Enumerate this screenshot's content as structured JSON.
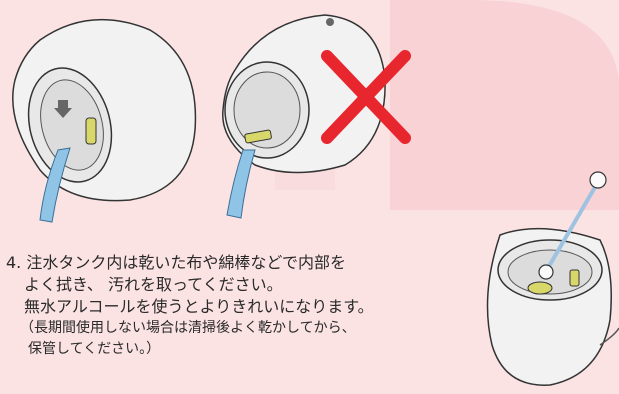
{
  "page": {
    "background_color": "#fbe3e4",
    "watermark_color": "#f8d3d6"
  },
  "illustrations": [
    {
      "name": "correct-cleaning",
      "icons": [
        "humidifier-body-icon",
        "water-tank-icon",
        "water-stream-icon",
        "float-part-icon"
      ]
    },
    {
      "name": "incorrect-cleaning",
      "icons": [
        "humidifier-body-icon",
        "water-tank-icon",
        "water-stream-icon",
        "red-x-icon"
      ]
    },
    {
      "name": "swab-cleaning",
      "icons": [
        "humidifier-body-icon",
        "cotton-swab-icon",
        "water-tank-icon"
      ]
    }
  ],
  "accent_colors": {
    "prohibited_mark": "#e8262d",
    "water": "#8fc4e6",
    "float_part": "#d8d86a"
  },
  "instructions": {
    "step_line1": "4. 注水タンク内は乾いた布や綿棒などで内部を",
    "step_line2": "よく拭き、 汚れを取ってください。",
    "step_line3": "無水アルコールを使うとよりきれいになります。",
    "note_line1": "（長期間使用しない場合は清掃後よく乾かしてから、",
    "note_line2": "保管してください。）"
  }
}
